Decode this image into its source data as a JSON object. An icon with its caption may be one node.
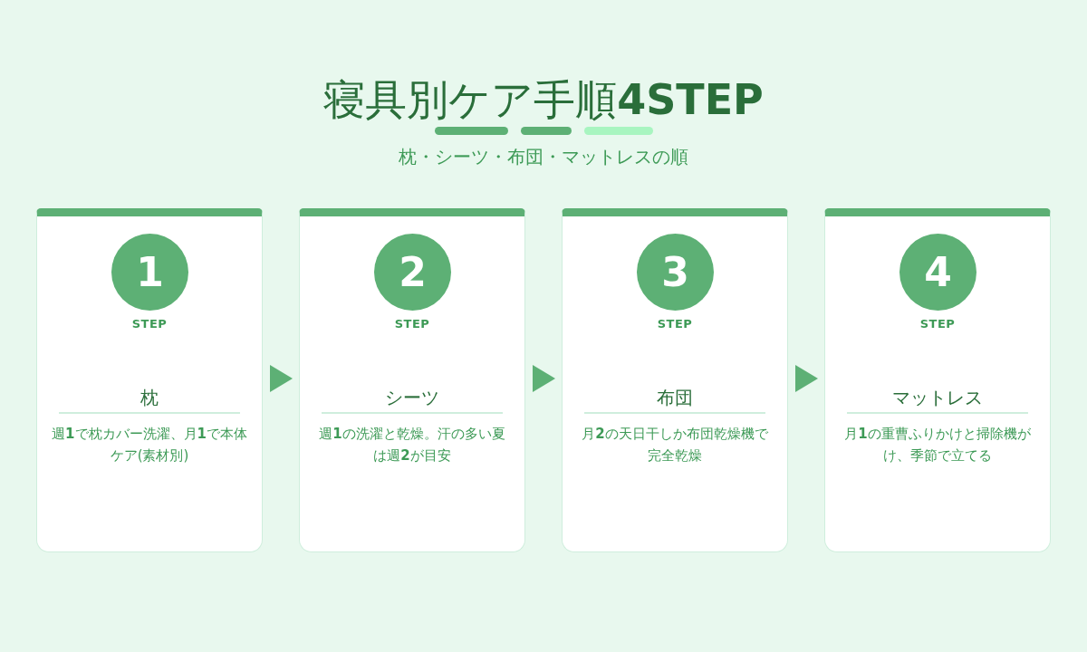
{
  "diagram": {
    "title": "寝具別ケア手順**4STEP**",
    "nodes": [
      {
        "text": [
          "1",
          "STEP",
          "枕",
          "週**1**で枕カバー洗濯、月**1**で本体ケア(素材別)"
        ]
      },
      {
        "text": [
          "2",
          "STEP",
          "シーツ",
          "週**1**の洗濯と乾燥。汗の多い夏は週**2**が目安"
        ]
      },
      {
        "text": [
          "3",
          "STEP",
          "布団",
          "月**2**の天日干しか布団乾燥機で完全乾燥"
        ]
      },
      {
        "text": [
          "4",
          "STEP",
          "マットレス",
          "月**1**の重曹ふりかけと掃除機がけ、季節で立てる"
        ]
      }
    ],
    "edges": [
      {
        "from": 0,
        "to": 1,
        "arrow": "to"
      },
      {
        "from": 1,
        "to": 2,
        "arrow": "to"
      },
      {
        "from": 2,
        "to": 3,
        "arrow": "to"
      }
    ],
    "labels": [
      "枕・シーツ・布団・マットレスの順"
    ]
  }
}
